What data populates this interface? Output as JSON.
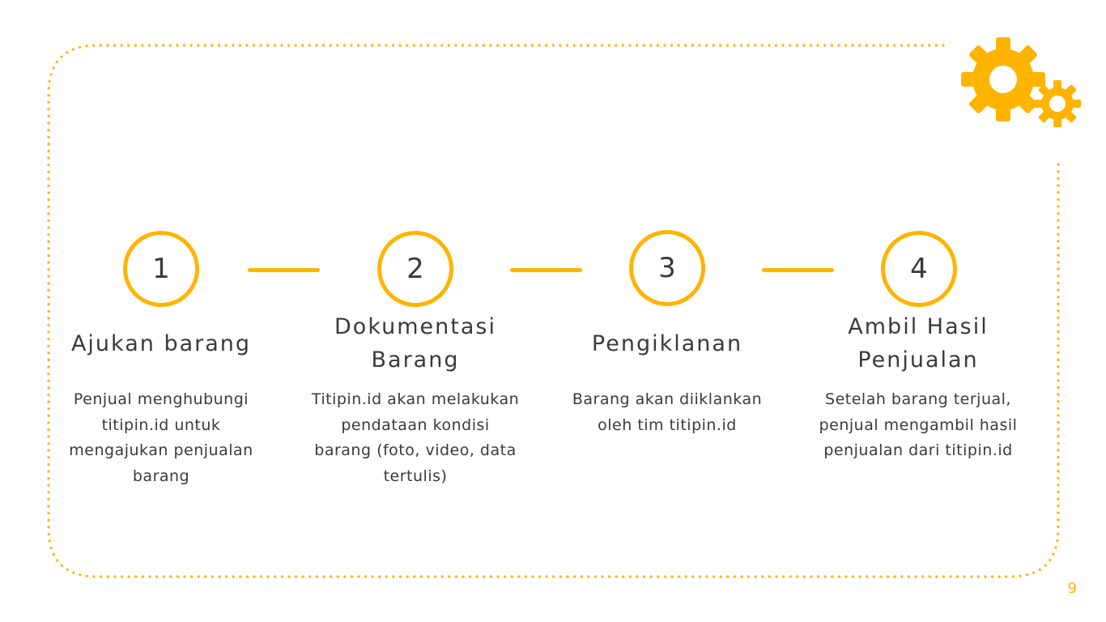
{
  "accent_color": "#ffb400",
  "steps": [
    {
      "number": "1",
      "title": "Ajukan barang",
      "description": "Penjual menghubungi titipin.id untuk mengajukan penjualan barang"
    },
    {
      "number": "2",
      "title": "Dokumentasi Barang",
      "description": "Titipin.id akan melakukan pendataan kondisi barang (foto, video, data tertulis)"
    },
    {
      "number": "3",
      "title": "Pengiklanan",
      "description": "Barang akan diiklankan oleh tim titipin.id"
    },
    {
      "number": "4",
      "title": "Ambil Hasil Penjualan",
      "description": "Setelah barang terjual, penjual mengambil hasil penjualan dari titipin.id"
    }
  ],
  "decoration": {
    "icon": "gears-icon"
  },
  "page_number": "9"
}
